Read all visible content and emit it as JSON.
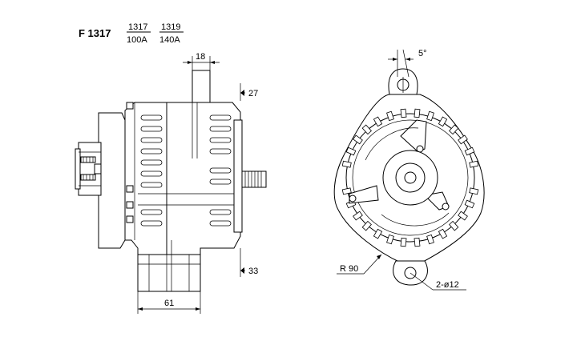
{
  "header": {
    "model": "F 1317",
    "variant_1_top": "1317",
    "variant_1_bottom": "100A",
    "variant_2_top": "1319",
    "variant_2_bottom": "140A"
  },
  "dimensions": {
    "top_width": "18",
    "top_offset": "27",
    "bottom_offset": "33",
    "body_width": "61",
    "angle": "5°",
    "radius": "R 90",
    "holes": "2-ø12"
  }
}
